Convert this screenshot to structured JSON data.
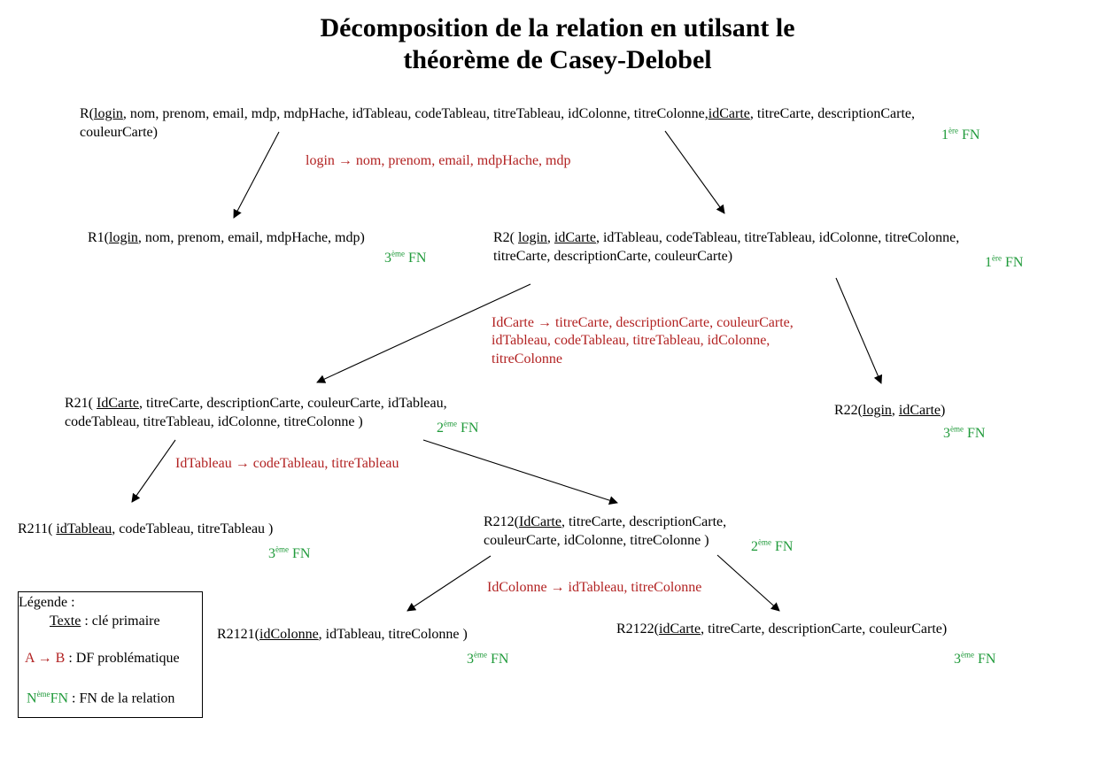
{
  "title": {
    "line1": "Décomposition de la relation en utilsant le",
    "line2": "théorème de Casey-Delobel"
  },
  "colors": {
    "df": "#b22222",
    "fn": "#1f9a3a"
  },
  "nodes": {
    "R": {
      "name": "R(",
      "key1": "login",
      "t1": ", nom, prenom, email, mdp, mdpHache, idTableau, codeTableau, titreTableau, idColonne, titreColonne,",
      "key2": "idCarte",
      "t2": ", titreCarte, descriptionCarte,",
      "line2": "couleurCarte)",
      "fn_num": "1",
      "fn_sup": "ère",
      "fn_text": " FN"
    },
    "R1": {
      "name": "R1(",
      "key1": "login",
      "t1": ", nom, prenom, email, mdpHache, mdp)",
      "fn_num": "3",
      "fn_sup": "ème",
      "fn_text": " FN"
    },
    "R2": {
      "name": "R2( ",
      "key1": "login",
      "sep": ", ",
      "key2": "idCarte",
      "t1": ", idTableau, codeTableau, titreTableau, idColonne, titreColonne,",
      "line2": "titreCarte, descriptionCarte, couleurCarte)",
      "fn_num": "1",
      "fn_sup": "ère",
      "fn_text": " FN"
    },
    "R21": {
      "name": "R21( ",
      "key1": "IdCarte",
      "t1": ", titreCarte, descriptionCarte, couleurCarte, idTableau,",
      "line2": "codeTableau, titreTableau, idColonne, titreColonne )",
      "fn_num": "2",
      "fn_sup": "ème",
      "fn_text": " FN"
    },
    "R22": {
      "name": "R22(",
      "key1": "login",
      "sep": ", ",
      "key2": "idCarte",
      "t1": ")",
      "fn_num": "3",
      "fn_sup": "ème",
      "fn_text": " FN"
    },
    "R211": {
      "name": "R211( ",
      "key1": "idTableau",
      "t1": ", codeTableau, titreTableau )",
      "fn_num": "3",
      "fn_sup": "ème",
      "fn_text": " FN"
    },
    "R212": {
      "name": "R212(",
      "key1": "IdCarte",
      "t1": ", titreCarte, descriptionCarte,",
      "line2": "couleurCarte, idColonne, titreColonne )",
      "fn_num": "2",
      "fn_sup": "ème",
      "fn_text": " FN"
    },
    "R2121": {
      "name": "R2121(",
      "key1": "idColonne",
      "t1": ", idTableau, titreColonne )",
      "fn_num": "3",
      "fn_sup": "ème",
      "fn_text": " FN"
    },
    "R2122": {
      "name": "R2122(",
      "key1": "idCarte",
      "t1": ", titreCarte, descriptionCarte, couleurCarte)",
      "fn_num": "3",
      "fn_sup": "ème",
      "fn_text": " FN"
    }
  },
  "dependencies": {
    "df1": "login → nom, prenom, email, mdpHache, mdp",
    "df2_line1": "IdCarte → titreCarte, descriptionCarte, couleurCarte,",
    "df2_line2": "idTableau, codeTableau, titreTableau, idColonne,",
    "df2_line3": "titreColonne",
    "df3": "IdTableau → codeTableau, titreTableau",
    "df4": "IdColonne → idTableau, titreColonne"
  },
  "legend": {
    "title": "Légende :",
    "key_sample": "Texte",
    "key_desc": " : clé primaire",
    "df_sample": "A → B",
    "df_desc": " : DF problématique",
    "fn_sample_n": "N",
    "fn_sample_sup": "ème",
    "fn_sample_fn": "FN",
    "fn_desc": " : FN de la relation"
  }
}
